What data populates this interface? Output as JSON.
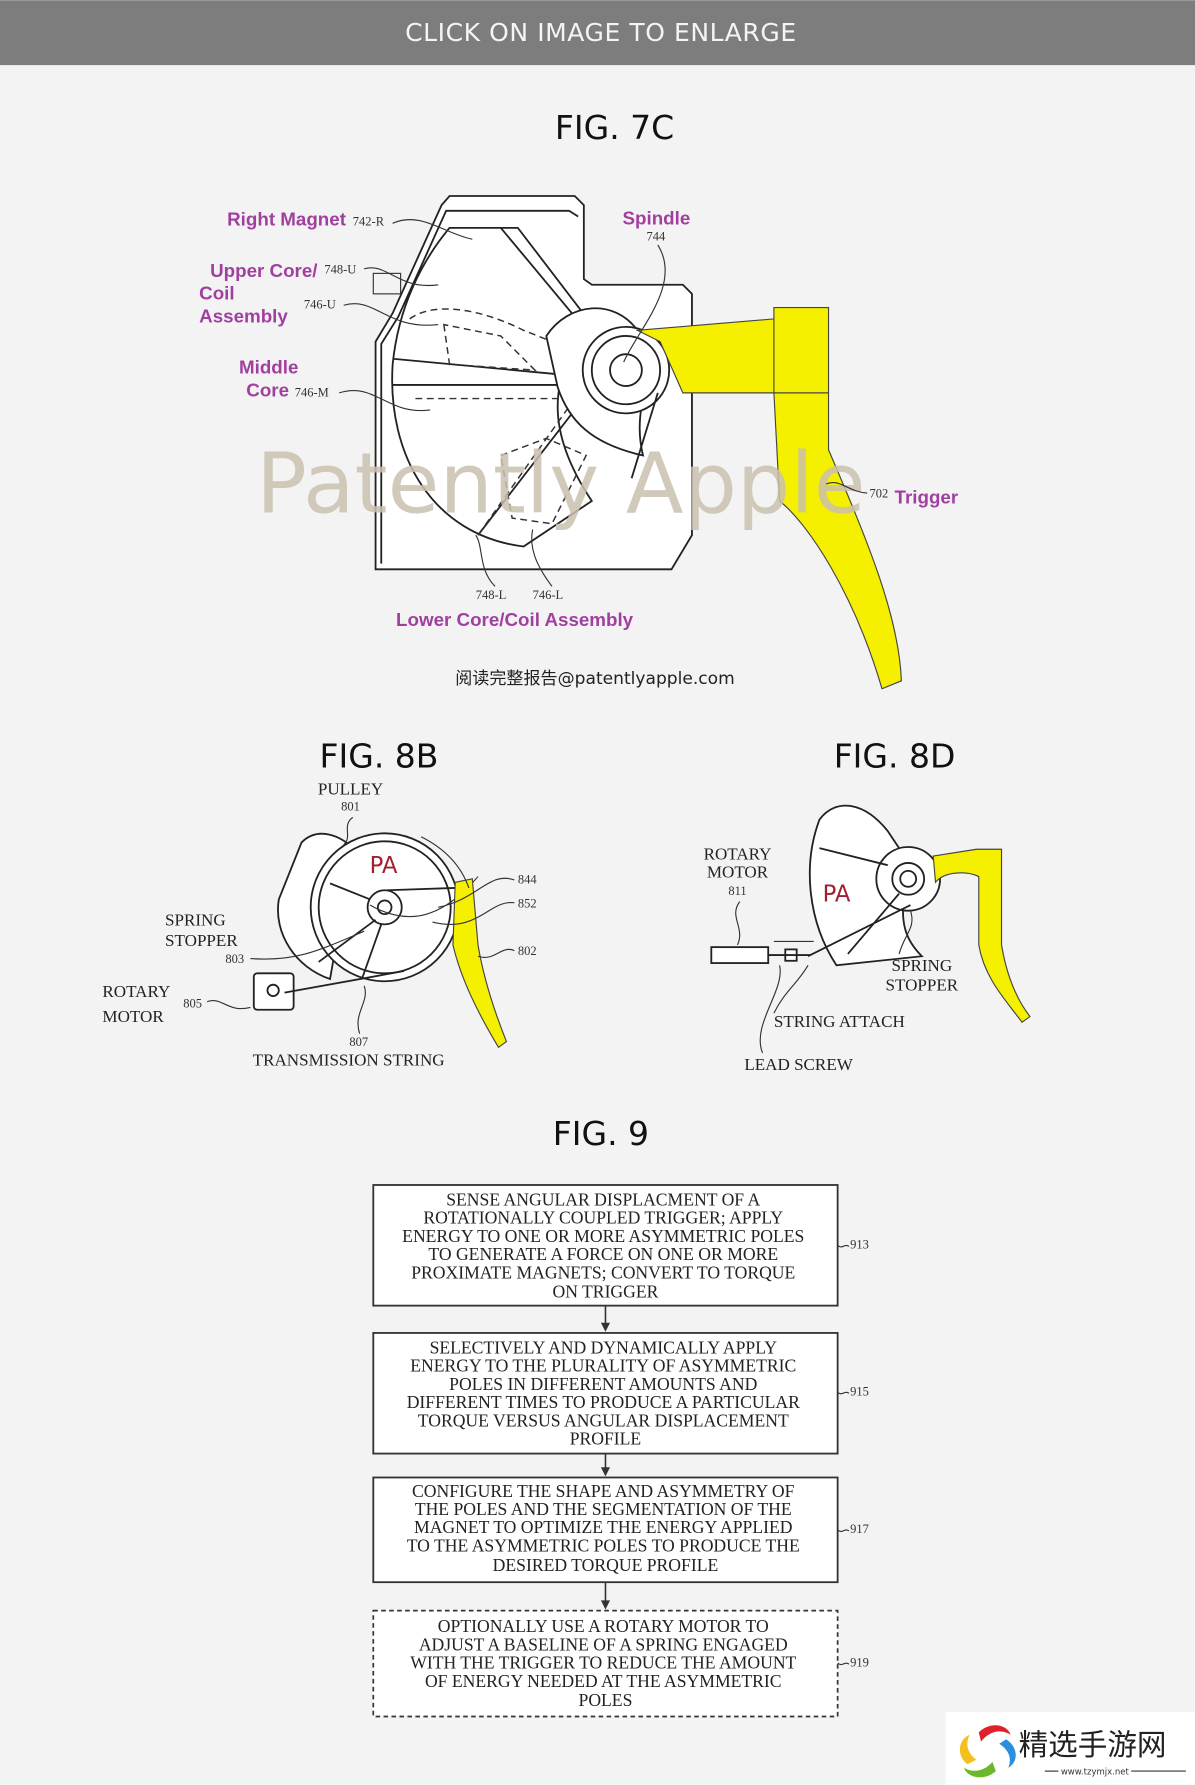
{
  "header": {
    "banner": "CLICK ON IMAGE TO ENLARGE",
    "bg_color": "#7d7d7d"
  },
  "fig7c": {
    "title": "FIG. 7C",
    "labels": {
      "right_magnet": "Right Magnet",
      "upper_core": "Upper Core/",
      "coil": "Coil",
      "assembly": "Assembly",
      "middle": "Middle",
      "core": "Core",
      "spindle": "Spindle",
      "trigger": "Trigger",
      "lower": "Lower Core/Coil Assembly"
    },
    "refs": {
      "r742": "742-R",
      "r748u": "748-U",
      "r746u": "746-U",
      "r746m": "746-M",
      "r744": "744",
      "r702": "702",
      "r748l": "748-L",
      "r746l": "746-L"
    },
    "watermark": "Patently Apple",
    "credit": "阅读完整报告@patentlyapple.com",
    "label_color": "#a13fa0",
    "trigger_color": "#f5ef00"
  },
  "fig8b": {
    "title": "FIG. 8B",
    "pulley": "PULLEY",
    "r801": "801",
    "pa": "PA",
    "r844": "844",
    "r852": "852",
    "r802": "802",
    "spring": "SPRING",
    "stopper": "STOPPER",
    "r803": "803",
    "rotary": "ROTARY",
    "motor": "MOTOR",
    "r805": "805",
    "r807": "807",
    "transmission": "TRANSMISSION STRING"
  },
  "fig8d": {
    "title": "FIG. 8D",
    "rotary": "ROTARY",
    "motor": "MOTOR",
    "r811": "811",
    "pa": "PA",
    "spring": "SPRING",
    "stopper": "STOPPER",
    "string_attach": "STRING ATTACH",
    "lead_screw": "LEAD SCREW"
  },
  "fig9": {
    "title": "FIG. 9",
    "steps": [
      {
        "ref": "913",
        "lines": [
          "SENSE ANGULAR DISPLACMENT OF A",
          "ROTATIONALLY COUPLED TRIGGER; APPLY",
          "ENERGY TO ONE OR MORE ASYMMETRIC POLES",
          "TO GENERATE A FORCE ON ONE OR MORE",
          "PROXIMATE MAGNETS; CONVERT TO TORQUE",
          "ON TRIGGER"
        ]
      },
      {
        "ref": "915",
        "lines": [
          "SELECTIVELY AND DYNAMICALLY APPLY",
          "ENERGY TO THE PLURALITY OF ASYMMETRIC",
          "POLES IN DIFFERENT AMOUNTS AND",
          "DIFFERENT TIMES TO PRODUCE A PARTICULAR",
          "TORQUE VERSUS ANGULAR DISPLACEMENT",
          "PROFILE"
        ]
      },
      {
        "ref": "917",
        "lines": [
          "CONFIGURE THE SHAPE AND ASYMMETRY OF",
          "THE POLES AND THE SEGMENTATION OF THE",
          "MAGNET TO OPTIMIZE THE ENERGY APPLIED",
          "TO THE ASYMMETRIC POLES TO PRODUCE THE",
          "DESIRED TORQUE PROFILE"
        ]
      },
      {
        "ref": "919",
        "lines": [
          "OPTIONALLY USE A ROTARY MOTOR TO",
          "ADJUST A BASELINE OF A SPRING ENGAGED",
          "WITH THE TRIGGER TO REDUCE THE AMOUNT",
          "OF ENERGY NEEDED AT THE ASYMMETRIC",
          "POLES"
        ]
      }
    ]
  },
  "badge": {
    "name": "精选手游网",
    "url": "www.tzymjx.net"
  }
}
